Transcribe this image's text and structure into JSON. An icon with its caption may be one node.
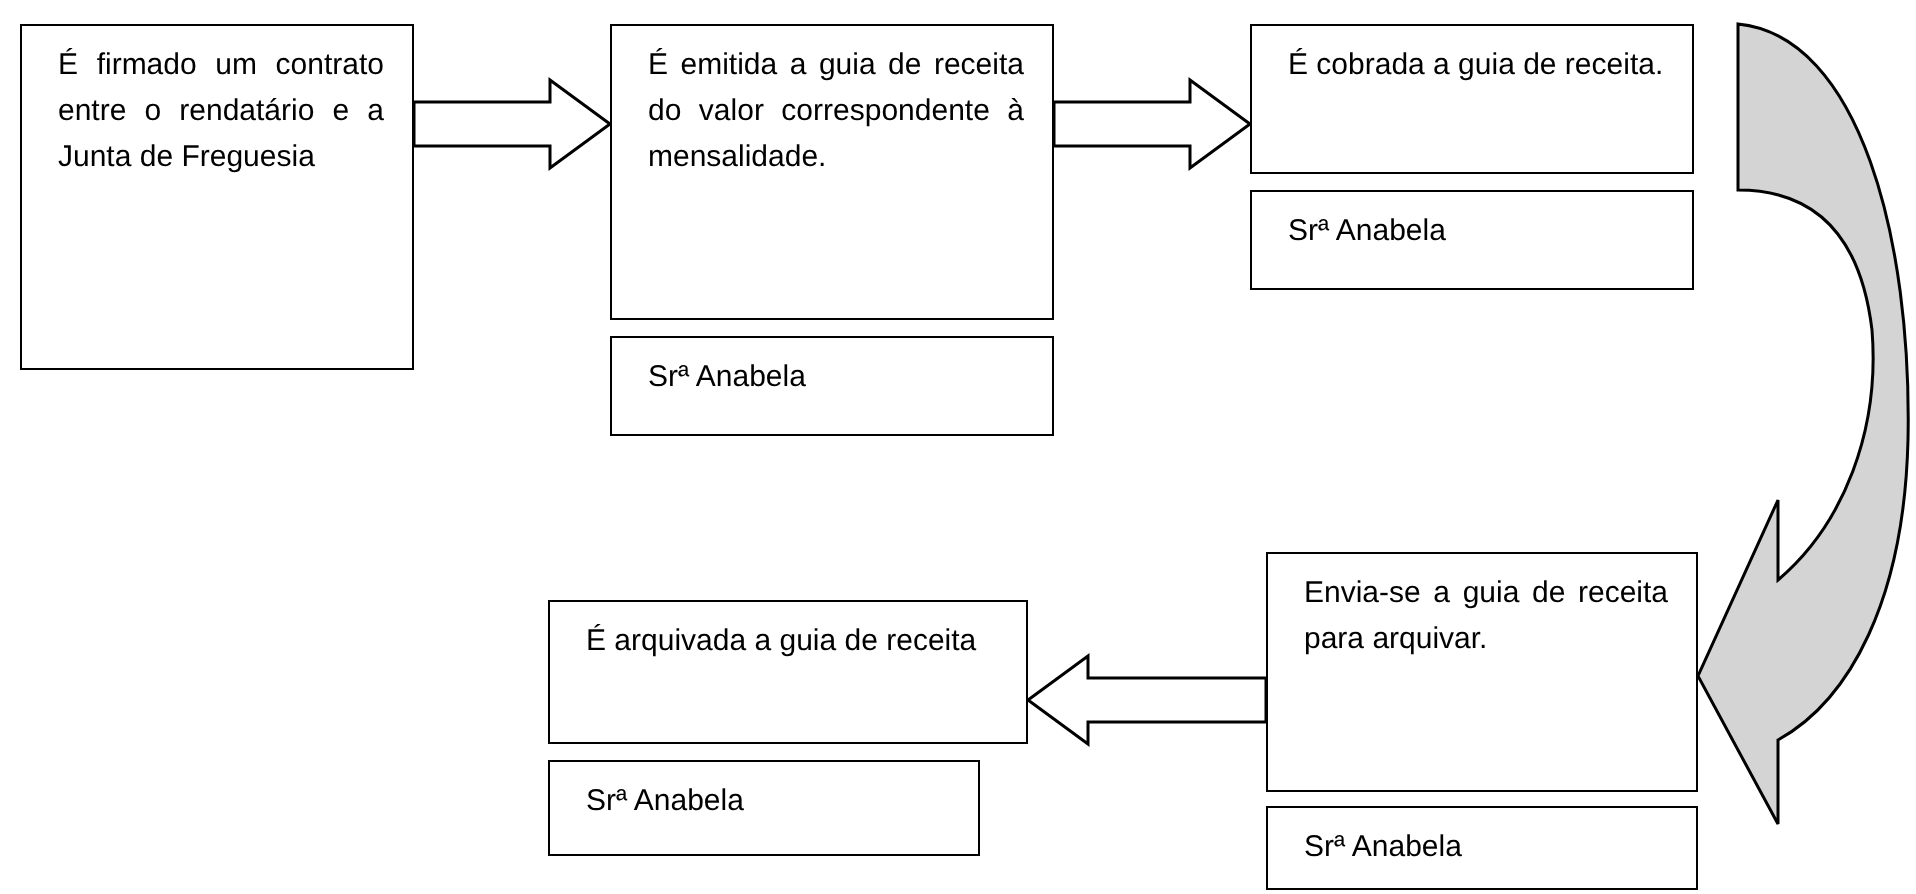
{
  "diagram": {
    "nodes": [
      {
        "text": [
          "É firmado um contrato entre o rendatário e a Junta de Freguesia"
        ]
      },
      {
        "text": [
          "É emitida a guia de receita do valor correspondente à mensalidade."
        ]
      },
      {
        "text": [
          "Srª Anabela"
        ]
      },
      {
        "text": [
          "É cobrada a guia de receita."
        ]
      },
      {
        "text": [
          "Srª Anabela"
        ]
      },
      {
        "text": [
          "Envia-se a guia de receita para arquivar."
        ]
      },
      {
        "text": [
          "Srª Anabela"
        ]
      },
      {
        "text": [
          "É arquivada a guia de receita"
        ]
      },
      {
        "text": [
          "Srª Anabela"
        ]
      }
    ],
    "edges": [
      {
        "from": 0,
        "to": 1,
        "arrow": "to"
      },
      {
        "from": 1,
        "to": 3,
        "arrow": "to"
      },
      {
        "from": 3,
        "to": 5,
        "arrow": "to",
        "color": "#d4d4d4"
      },
      {
        "from": 5,
        "to": 7,
        "arrow": "to"
      }
    ]
  }
}
